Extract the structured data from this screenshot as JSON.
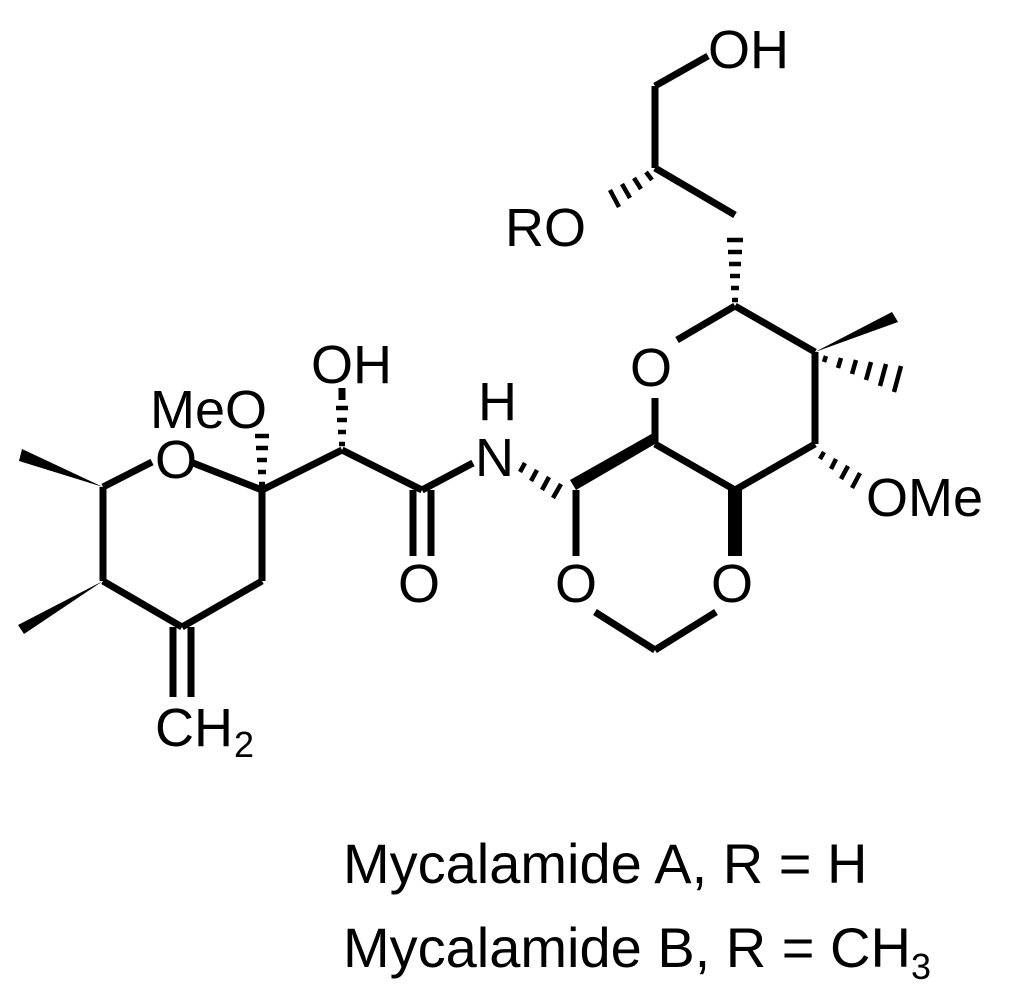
{
  "molecule": {
    "atom_labels": {
      "oh_primary": "OH",
      "ro": "RO",
      "oh_alpha": "OH",
      "meo_ketal": "MeO",
      "ring_o_left": "O",
      "amide_nh_h": "H",
      "amide_nh_n": "N",
      "carbonyl_o": "O",
      "ring_o_pyran": "O",
      "ome_right": "OMe",
      "acetal_o_left": "O",
      "acetal_o_right": "O",
      "ch2_main": "CH",
      "ch2_sub": "2"
    }
  },
  "captions": {
    "line_a": "Mycalamide A, R = H",
    "line_b_main": "Mycalamide B, R = CH",
    "line_b_sub": "3"
  }
}
